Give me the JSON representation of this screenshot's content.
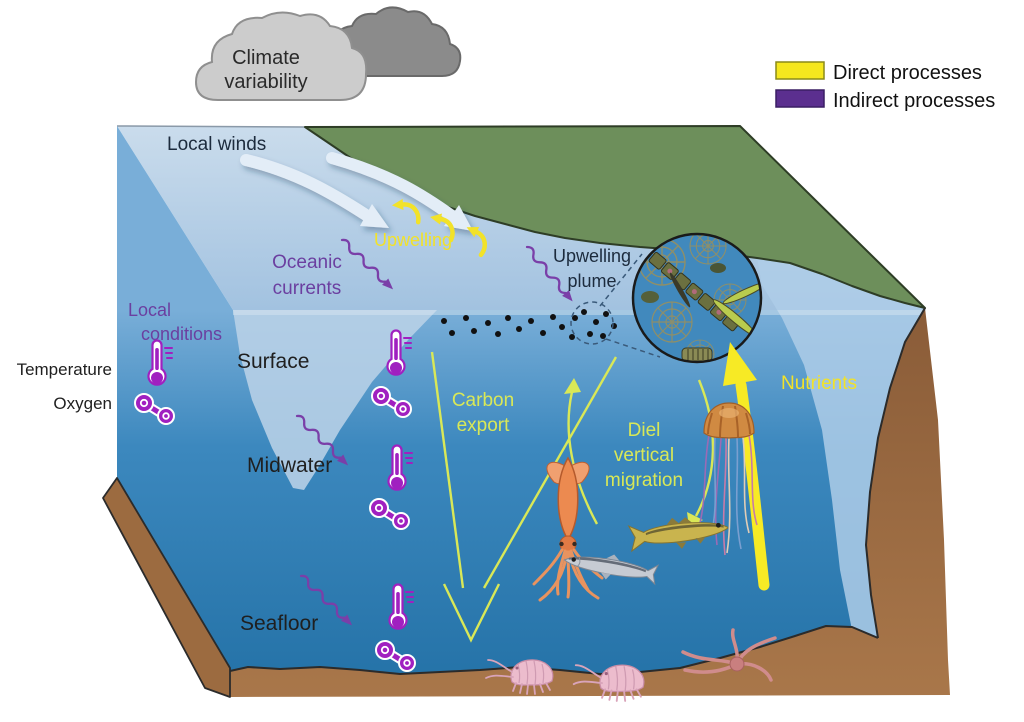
{
  "cloud": {
    "lines": [
      "Climate",
      "variability"
    ]
  },
  "legend": {
    "items": [
      {
        "label": "Direct processes",
        "color": "#f5e71e",
        "border": "#8a8a1a"
      },
      {
        "label": "Indirect processes",
        "color": "#5b2f8f",
        "border": "#3a1f63"
      }
    ]
  },
  "labels": {
    "local_winds": "Local winds",
    "upwelling": "Upwelling",
    "oceanic_currents": [
      "Oceanic",
      "currents"
    ],
    "upwelling_plume": [
      "Upwelling",
      "plume"
    ],
    "local_conditions": [
      "Local",
      "conditions"
    ],
    "temperature": "Temperature",
    "oxygen": "Oxygen",
    "surface": "Surface",
    "midwater": "Midwater",
    "seafloor": "Seafloor",
    "carbon_export": [
      "Carbon",
      "export"
    ],
    "diel_vertical_migration": [
      "Diel",
      "vertical",
      "migration"
    ],
    "nutrients": "Nutrients"
  },
  "icons": {
    "cloud": "cloud-icon",
    "wind_arrow": "wind-arrow-icon",
    "upwelling_spiral": "upwelling-spiral-arrow-icon",
    "wavy_current_arrow": "wavy-current-arrow-icon",
    "thermometer": "thermometer-icon",
    "oxygen_molecule": "oxygen-molecule-icon",
    "plankton_inset": "plankton-magnifier-inset",
    "squid": "squid-icon",
    "jellyfish": "jellyfish-icon",
    "silver_fish": "silver-fish-icon",
    "yellow_fish": "yellow-fish-icon",
    "amphipod": "amphipod-icon",
    "brittle_star": "brittle-star-icon"
  },
  "colors": {
    "direct_yellow": "#f2e229",
    "indirect_purple": "#5b2f8f",
    "carbon_yellow_green": "#d9e857",
    "text_dark": "#1c2b3d",
    "text_purple": "#6b3fa0",
    "icon_purple": "#a020c0",
    "land_green": "#6d8f5b",
    "seafloor_brown": "#9c6b40",
    "water_surface_light": "#b9d1e7",
    "water_deep": "#2f7db6",
    "cloud_light": "#cccccc",
    "cloud_dark": "#8b8b8b",
    "wind_arrow_light": "#e3edf7"
  }
}
